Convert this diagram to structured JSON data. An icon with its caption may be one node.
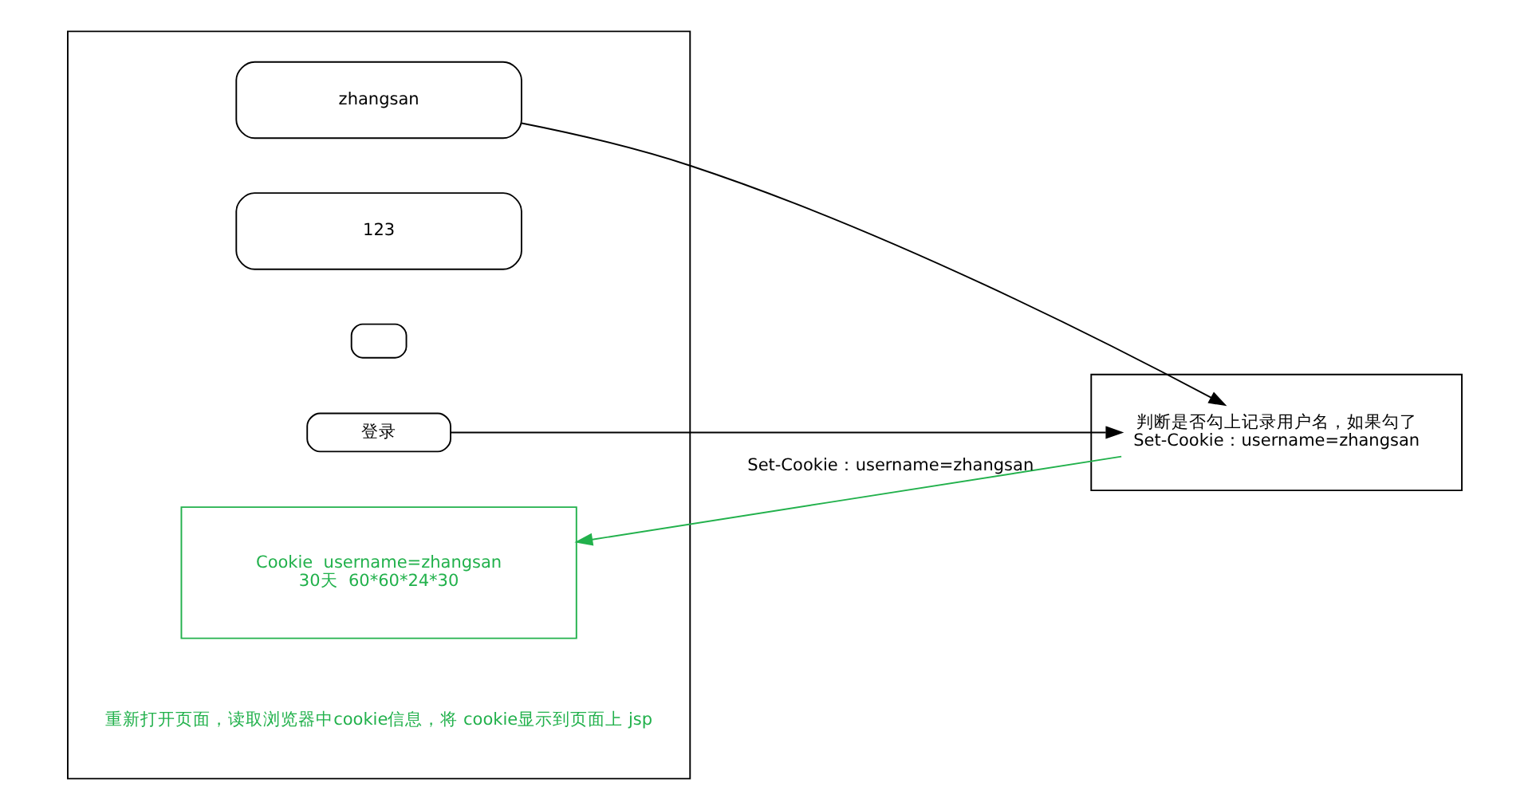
{
  "diagram": {
    "nodes": [
      {
        "text": [],
        "shape": "box"
      },
      {
        "text": [
          "zhangsan"
        ],
        "in": 0
      },
      {
        "text": [
          "123"
        ],
        "in": 0
      },
      {
        "text": [],
        "shape": "box",
        "in": 0
      },
      {
        "text": [
          "登录"
        ],
        "in": 0
      },
      {
        "text": [
          "Cookie  username=zhangsan",
          "30天  60*60*24*30"
        ],
        "in": 0
      },
      {
        "text": [],
        "shape": "box"
      },
      {
        "text": [
          "判断是否勾上记录用户名，如果勾了",
          "Set-Cookie：username=zhangsan"
        ],
        "in": 6
      }
    ],
    "edges": [
      {
        "from": 1,
        "to": 7,
        "arrow": "to"
      },
      {
        "from": 4,
        "to": 7,
        "arrow": "to"
      },
      {
        "from": 7,
        "to": 5,
        "arrow": "to",
        "label": "Set-Cookie：username=zhangsan",
        "color": "#22b14c"
      }
    ],
    "labels": [
      "重新打开页面，读取浏览器中cookie信息，将 cookie显示到页面上 jsp"
    ]
  }
}
